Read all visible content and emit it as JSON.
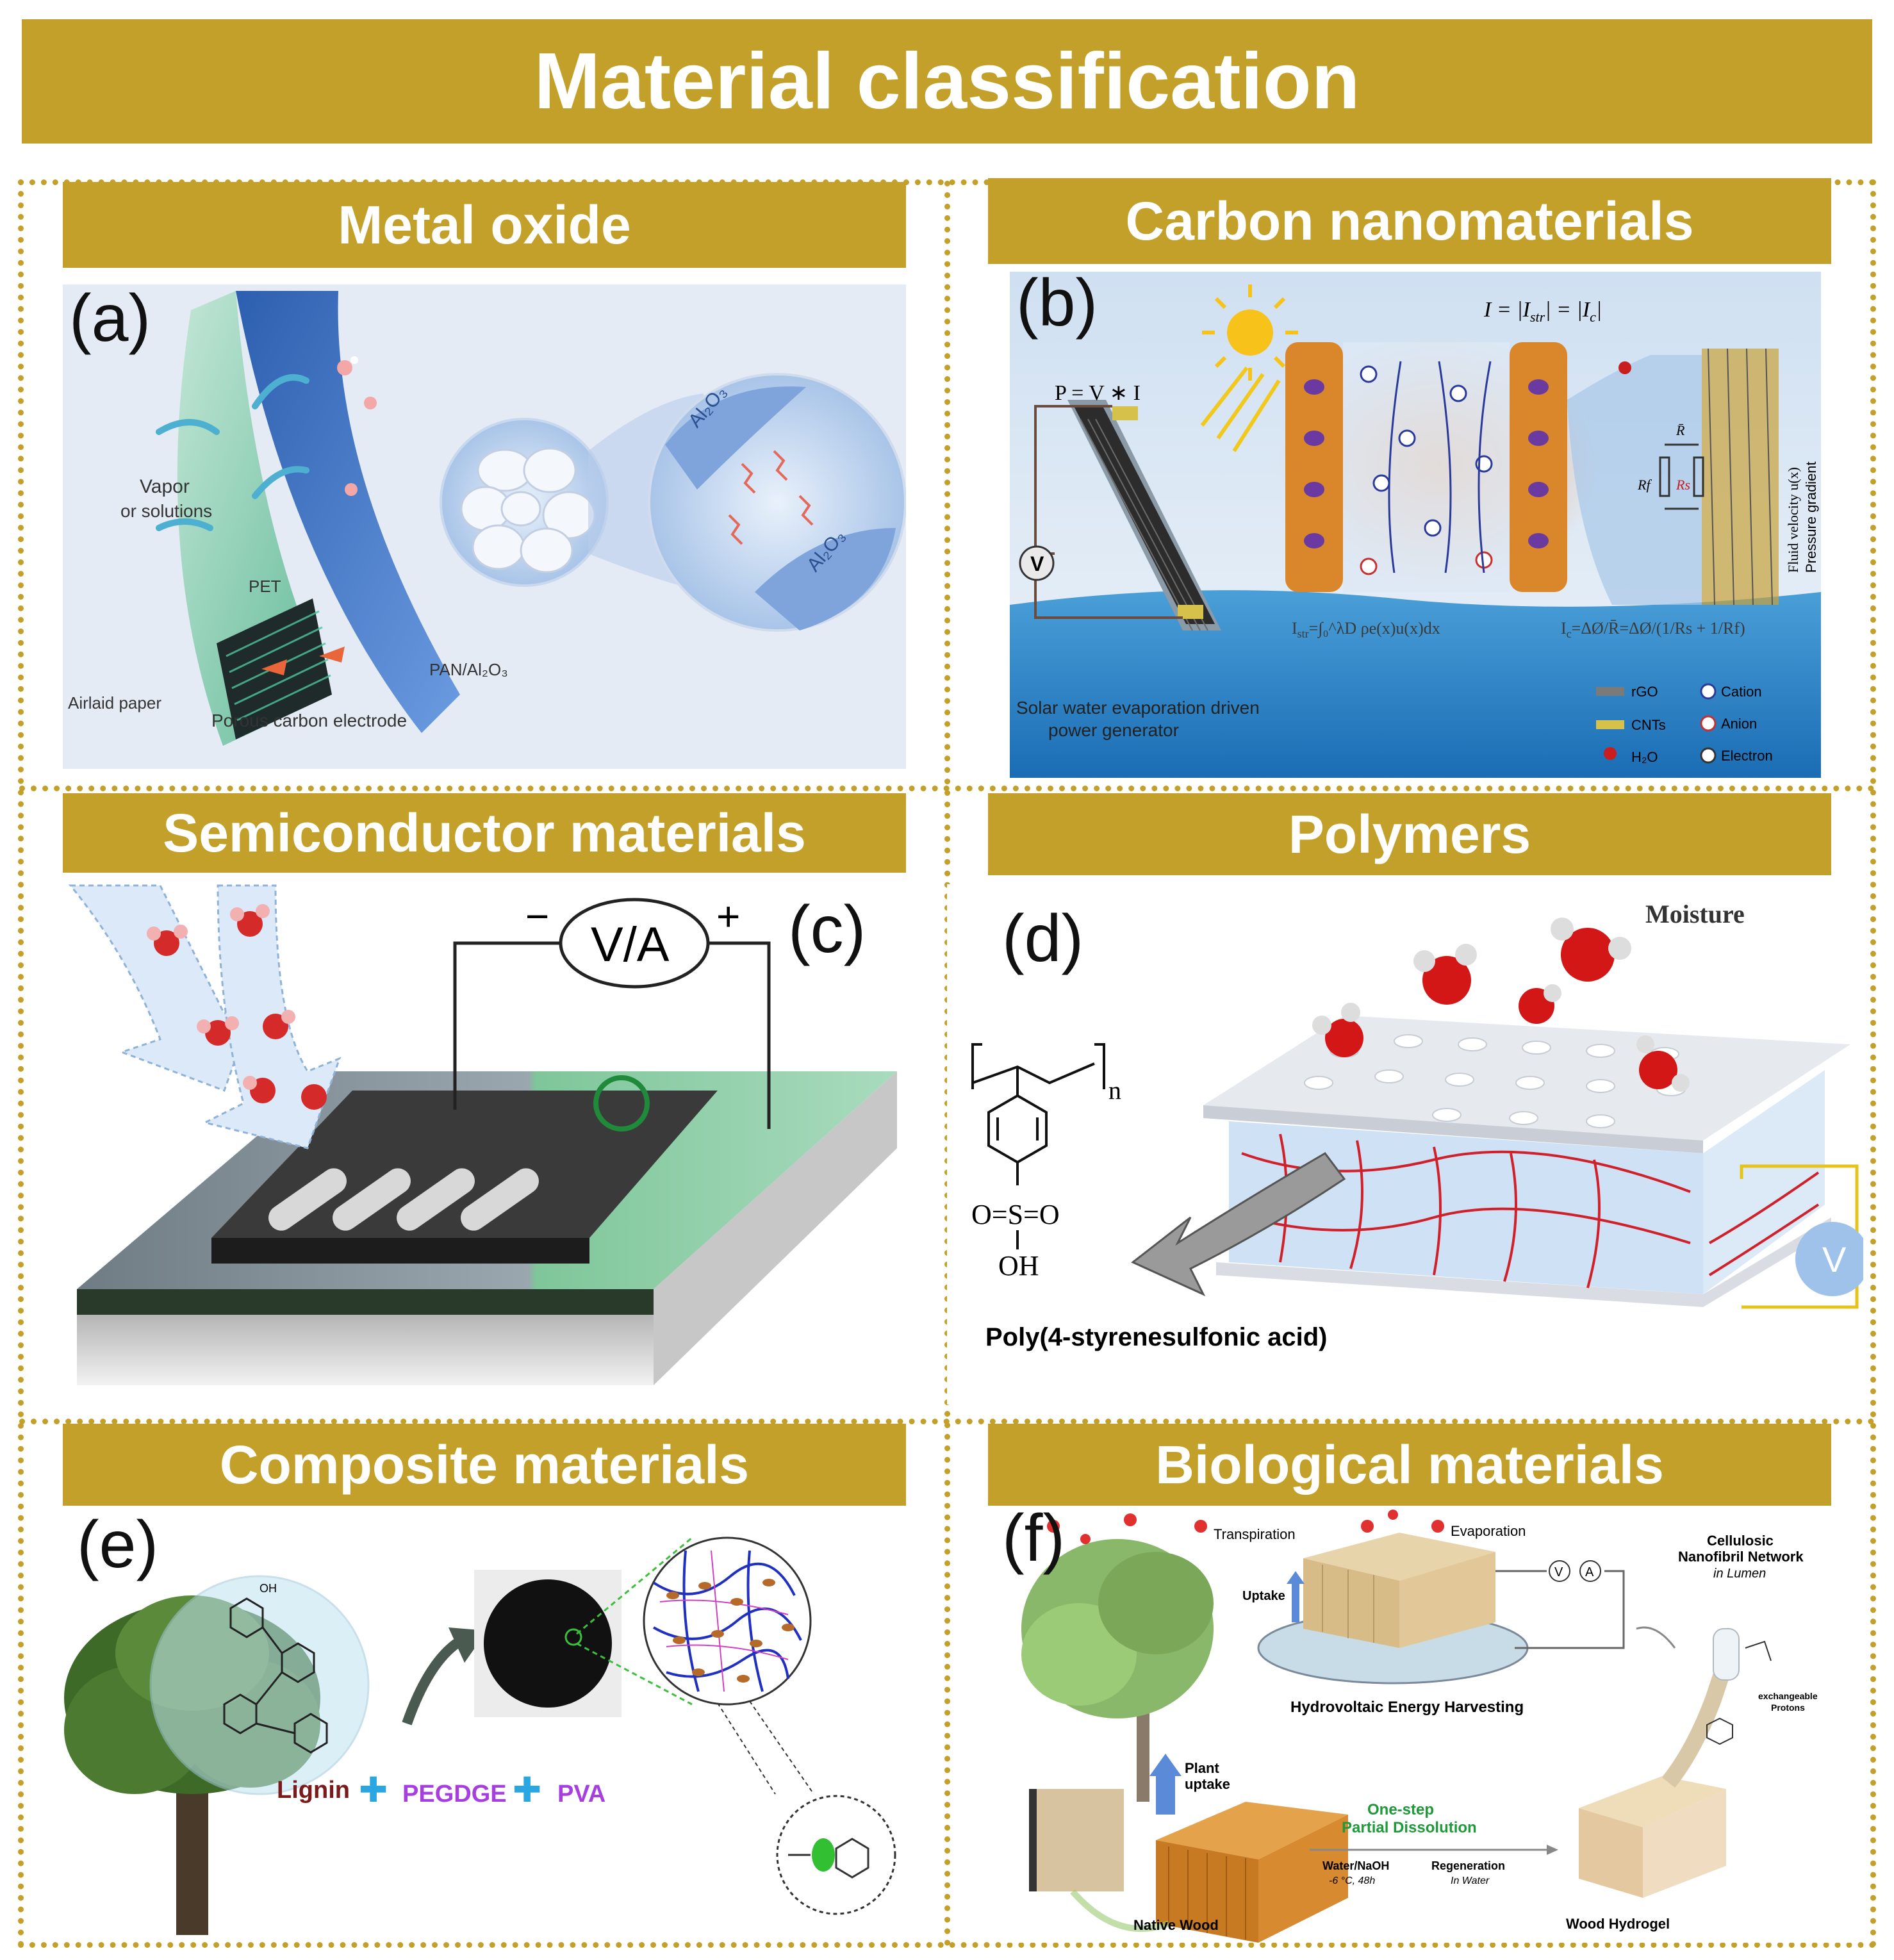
{
  "title": "Material classification",
  "panels": {
    "a": {
      "header": "Metal oxide",
      "label": "(a)",
      "texts": {
        "vapor": "Vapor",
        "or_solutions": "or solutions",
        "pet": "PET",
        "al2o3_1": "Al₂O₃",
        "al2o3_2": "Al₂O₃",
        "pan": "PAN/Al₂O₃",
        "airlaid": "Airlaid paper",
        "porous": "Porous carbon electrode"
      }
    },
    "b": {
      "header": "Carbon nanomaterials",
      "label": "(b)",
      "texts": {
        "current_eq": "I = |I",
        "current_eq_sub1": "str",
        "current_eq_mid": "| = |I",
        "current_eq_sub2": "c",
        "current_eq_end": "|",
        "power_eq": "P = V ∗ I",
        "voltmeter": "V",
        "istr_eq": "I",
        "istr_sub": "str",
        "istr_rest": "=∫₀^λD ρe(x)u(x)dx",
        "ic_eq": "I",
        "ic_sub": "c",
        "ic_rest": "=ΔØ/R̄=ΔØ/(1/Rs + 1/Rf)",
        "rf": "Rf",
        "rs": "Rs",
        "rbar": "R̄",
        "fluid": "Fluid velocity u(x)",
        "pressure": "Pressure gradient",
        "generator1": "Solar water evaporation driven",
        "generator2": "power generator",
        "legend_rgo": "rGO",
        "legend_cnts": "CNTs",
        "legend_h2o": "H₂O",
        "legend_cation": "Cation",
        "legend_anion": "Anion",
        "legend_electron": "Electron"
      }
    },
    "c": {
      "header": "Semiconductor materials",
      "label": "(c)",
      "texts": {
        "meter": "V/A",
        "minus": "−",
        "plus": "+"
      }
    },
    "d": {
      "header": "Polymers",
      "label": "(d)",
      "texts": {
        "moisture": "Moisture",
        "voltmeter": "V",
        "subscript_n": "n",
        "so3": "O=S=O",
        "oh": "OH",
        "polymer_name": "Poly(4-styrenesulfonic acid)"
      }
    },
    "e": {
      "header": "Composite materials",
      "label": "(e)",
      "texts": {
        "lignin": "Lignin",
        "pegdge": "PEGDGE",
        "pva": "PVA",
        "plus": "✚",
        "oh": "OH"
      }
    },
    "f": {
      "header": "Biological materials",
      "label": "(f)",
      "texts": {
        "transpiration": "Transpiration",
        "evaporation": "Evaporation",
        "uptake": "Uptake",
        "hydrovoltaic": "Hydrovoltaic Energy Harvesting",
        "cellulosic1": "Cellulosic",
        "cellulosic2": "Nanofibril Network",
        "cellulosic3": "in Lumen",
        "exchangeable1": "exchangeable",
        "exchangeable2": "Protons",
        "plant1": "Plant",
        "plant2": "uptake",
        "onestep1": "One-step",
        "onestep2": "Partial Dissolution",
        "water_naoh": "Water/NaOH",
        "conditions": "-6 °C, 48h",
        "regeneration": "Regeneration",
        "in_water": "In Water",
        "native": "Native Wood",
        "hydrogel": "Wood Hydrogel",
        "meter_v": "V",
        "meter_a": "A"
      }
    }
  },
  "colors": {
    "gold": "#c2a02a",
    "water_red": "#d42a2a",
    "network_red": "#d0202a",
    "cyan_plus": "#2aa7e0",
    "purple_text": "#a63ee0",
    "green_text": "#1f9a3a"
  }
}
